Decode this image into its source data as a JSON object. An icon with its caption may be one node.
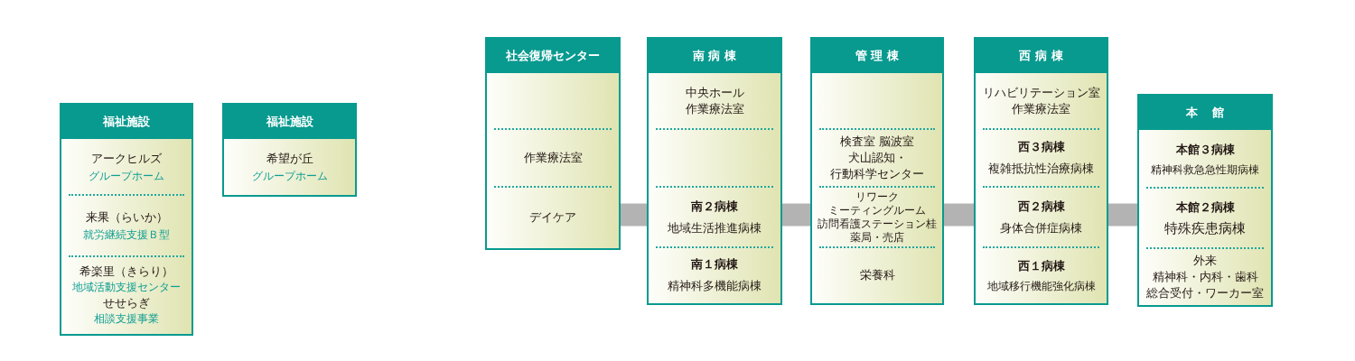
{
  "diagram": {
    "nodes": [
      {
        "text": [
          "福祉施設"
        ]
      },
      {
        "text": [
          "アークヒルズ",
          "グループホーム"
        ],
        "in": 0
      },
      {
        "text": [
          "来果（らいか）",
          "就労継続支援Ｂ型"
        ],
        "in": 0
      },
      {
        "text": [
          "希楽里（きらり）",
          "地域活動支援センター",
          "せせらぎ",
          "相談支援事業"
        ],
        "in": 0
      },
      {
        "text": [
          "福祉施設"
        ]
      },
      {
        "text": [
          "希望が丘",
          "グループホーム"
        ],
        "in": 4
      },
      {
        "text": [
          "社会復帰センター"
        ]
      },
      {
        "text": [],
        "shape": "box",
        "in": 6
      },
      {
        "text": [
          "作業療法室"
        ],
        "in": 6
      },
      {
        "text": [
          "デイケア"
        ],
        "in": 6
      },
      {
        "text": [
          "南病棟"
        ]
      },
      {
        "text": [
          "中央ホール",
          "作業療法室"
        ],
        "in": 10
      },
      {
        "text": [],
        "shape": "box",
        "in": 10
      },
      {
        "text": [
          "南２病棟",
          "地域生活推進病棟"
        ],
        "in": 10
      },
      {
        "text": [
          "南１病棟",
          "精神科多機能病棟"
        ],
        "in": 10
      },
      {
        "text": [
          "管理棟"
        ]
      },
      {
        "text": [],
        "shape": "box",
        "in": 15
      },
      {
        "text": [
          "検査室 脳波室",
          "犬山認知・",
          "行動科学センター"
        ],
        "in": 15
      },
      {
        "text": [
          "リワーク",
          "ミーティングルーム",
          "訪問看護ステーション桂",
          "薬局・売店"
        ],
        "in": 15
      },
      {
        "text": [
          "栄養科"
        ],
        "in": 15
      },
      {
        "text": [
          "西病棟"
        ]
      },
      {
        "text": [
          "リハビリテーション室",
          "作業療法室"
        ],
        "in": 20
      },
      {
        "text": [
          "西３病棟",
          "複雑抵抗性治療病棟"
        ],
        "in": 20
      },
      {
        "text": [
          "西２病棟",
          "身体合併症病棟"
        ],
        "in": 20
      },
      {
        "text": [
          "西１病棟",
          "地域移行機能強化病棟"
        ],
        "in": 20
      },
      {
        "text": [
          "本館"
        ]
      },
      {
        "text": [
          "本館３病棟",
          "精神科救急急性期病棟"
        ],
        "in": 25
      },
      {
        "text": [
          "本館２病棟",
          "特殊疾患病棟"
        ],
        "in": 25
      },
      {
        "text": [
          "外来",
          "精神科・内科・歯科",
          "総合受付・ワーカー室"
        ],
        "in": 25
      }
    ],
    "edges": [
      {
        "from": 6,
        "to": 10,
        "arrow": "none"
      },
      {
        "from": 10,
        "to": 15,
        "arrow": "none"
      },
      {
        "from": 15,
        "to": 20,
        "arrow": "none"
      },
      {
        "from": 20,
        "to": 25,
        "arrow": "none"
      }
    ]
  }
}
